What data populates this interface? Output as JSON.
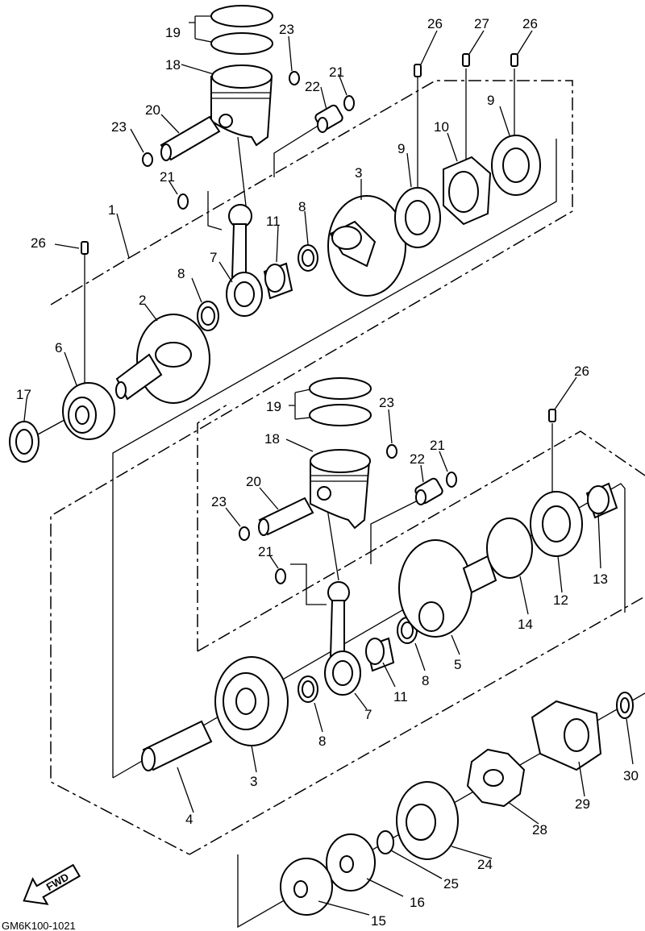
{
  "diagram": {
    "code": "GM6K100-1021",
    "fwd_label": "FWD",
    "callouts": {
      "p1": "1",
      "p2": "2",
      "p3a": "3",
      "p3b": "3",
      "p4": "4",
      "p5": "5",
      "p6": "6",
      "p7a": "7",
      "p7b": "7",
      "p8a": "8",
      "p8b": "8",
      "p8c": "8",
      "p8d": "8",
      "p9a": "9",
      "p9b": "9",
      "p10": "10",
      "p11a": "11",
      "p11b": "11",
      "p12": "12",
      "p13": "13",
      "p14": "14",
      "p15": "15",
      "p16": "16",
      "p17": "17",
      "p18a": "18",
      "p18b": "18",
      "p19a": "19",
      "p19b": "19",
      "p20a": "20",
      "p20b": "20",
      "p21a": "21",
      "p21b": "21",
      "p21c": "21",
      "p21d": "21",
      "p22a": "22",
      "p22b": "22",
      "p23a": "23",
      "p23b": "23",
      "p23c": "23",
      "p23d": "23",
      "p24": "24",
      "p25": "25",
      "p26a": "26",
      "p26b": "26",
      "p26c": "26",
      "p26d": "26",
      "p27": "27",
      "p28": "28",
      "p29": "29",
      "p30": "30"
    }
  }
}
